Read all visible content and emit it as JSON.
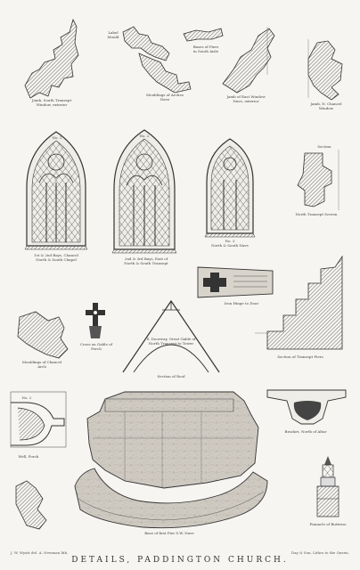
{
  "plate": {
    "title": "DETAILS, PADDINGTON CHURCH.",
    "credit_left": "J. W. Wyatt del.   A. Newman lith.",
    "credit_right": "Day & Son, Lithrs to the Queen."
  },
  "captions": {
    "c1": "Jamb, South Transept\nWindow, exterior",
    "c2": "Label\nMould",
    "c3": "Mouldings of Arches\nNave",
    "c4": "Bases of Piers\nin South Aisle",
    "c5": "Jamb of East Window\nNave, exterior",
    "c6": "Jamb, N. Chancel\nWindow",
    "c7": "Section",
    "c8": "1st & 2nd Bays, Chancel\nNorth & South Chapel",
    "c9": "2nd & 3rd Bays, East of\nNorth & South Transept",
    "c10": "No. 3\nNorth & South Nave",
    "c11": "North Transept Screen",
    "c12": "Iron Hinge to Door",
    "c13": "Mouldings of Chancel\nArch",
    "c14": "Cross on Gable of\nPorch",
    "c15": "S. Doorway, Great Gable of\nNorth Transept to Tower",
    "c16": "Section of Roof",
    "c17": "Section of Transept Piers",
    "c18": "Bracket, North of Altar",
    "c19": "Well, Porch",
    "c20": "Base of first Pier S.W. Nave",
    "c21": "Pinnacle of Buttress",
    "label_n1": "No. 1",
    "label_n2": "No. 2",
    "label_n3": "No. 3"
  }
}
